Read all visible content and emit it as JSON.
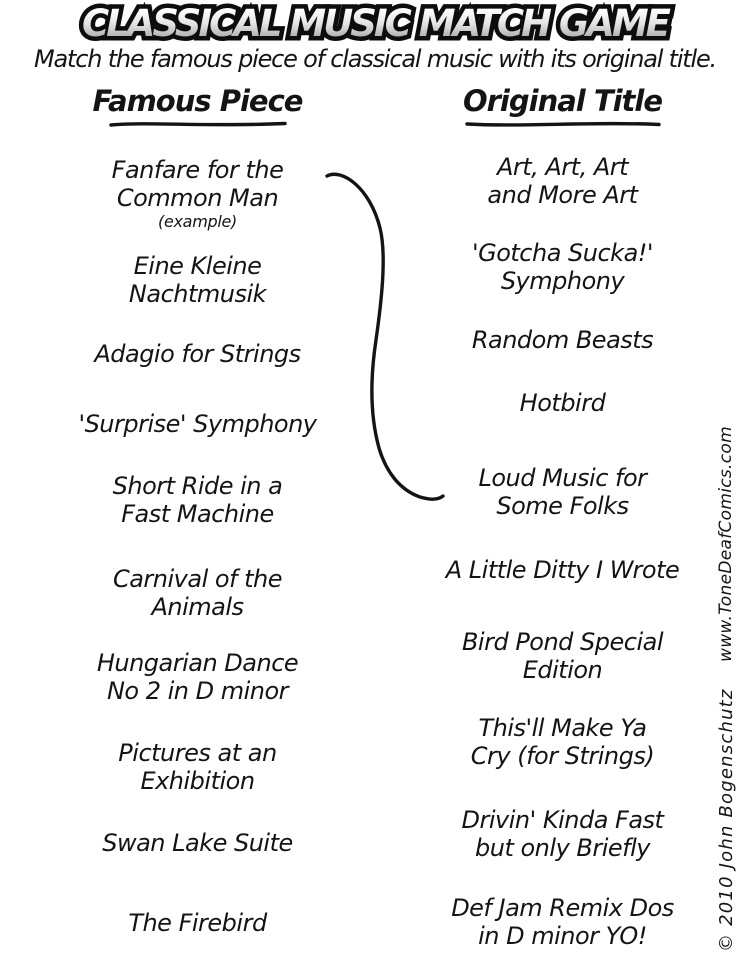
{
  "title": "CLASSICAL MUSIC MATCH GAME",
  "subtitle": "Match the famous piece of classical music with its original title.",
  "columns": {
    "famous": {
      "header": "Famous Piece",
      "items": [
        {
          "text": "Fanfare for the\nCommon Man",
          "note": "(example)"
        },
        {
          "text": "Eine Kleine\nNachtmusik"
        },
        {
          "text": "Adagio for Strings"
        },
        {
          "text": "'Surprise' Symphony"
        },
        {
          "text": "Short Ride in a\nFast Machine"
        },
        {
          "text": "Carnival of the\nAnimals"
        },
        {
          "text": "Hungarian Dance\nNo 2 in D minor"
        },
        {
          "text": "Pictures at an\nExhibition"
        },
        {
          "text": "Swan Lake Suite"
        },
        {
          "text": "The Firebird"
        }
      ]
    },
    "original": {
      "header": "Original Title",
      "items": [
        {
          "text": "Art, Art, Art\nand More Art"
        },
        {
          "text": "'Gotcha Sucka!'\nSymphony"
        },
        {
          "text": "Random Beasts"
        },
        {
          "text": "Hotbird"
        },
        {
          "text": "Loud Music for\nSome Folks"
        },
        {
          "text": "A Little Ditty I Wrote"
        },
        {
          "text": "Bird Pond Special\nEdition"
        },
        {
          "text": "This'll Make Ya\nCry (for Strings)"
        },
        {
          "text": "Drivin' Kinda Fast\nbut only Briefly"
        },
        {
          "text": "Def Jam Remix Dos\nin D minor YO!"
        }
      ]
    }
  },
  "example_match": {
    "famous": "Fanfare for the Common Man",
    "original": "Loud Music for Some Folks"
  },
  "credits": {
    "website": "www.ToneDeafComics.com",
    "copyright": "© 2010 John Bogenschutz"
  },
  "colors": {
    "ink": "#141414",
    "paper": "#ffffff",
    "title_fill_top": "#ffffff",
    "title_fill_bottom": "#8a8a8a"
  }
}
